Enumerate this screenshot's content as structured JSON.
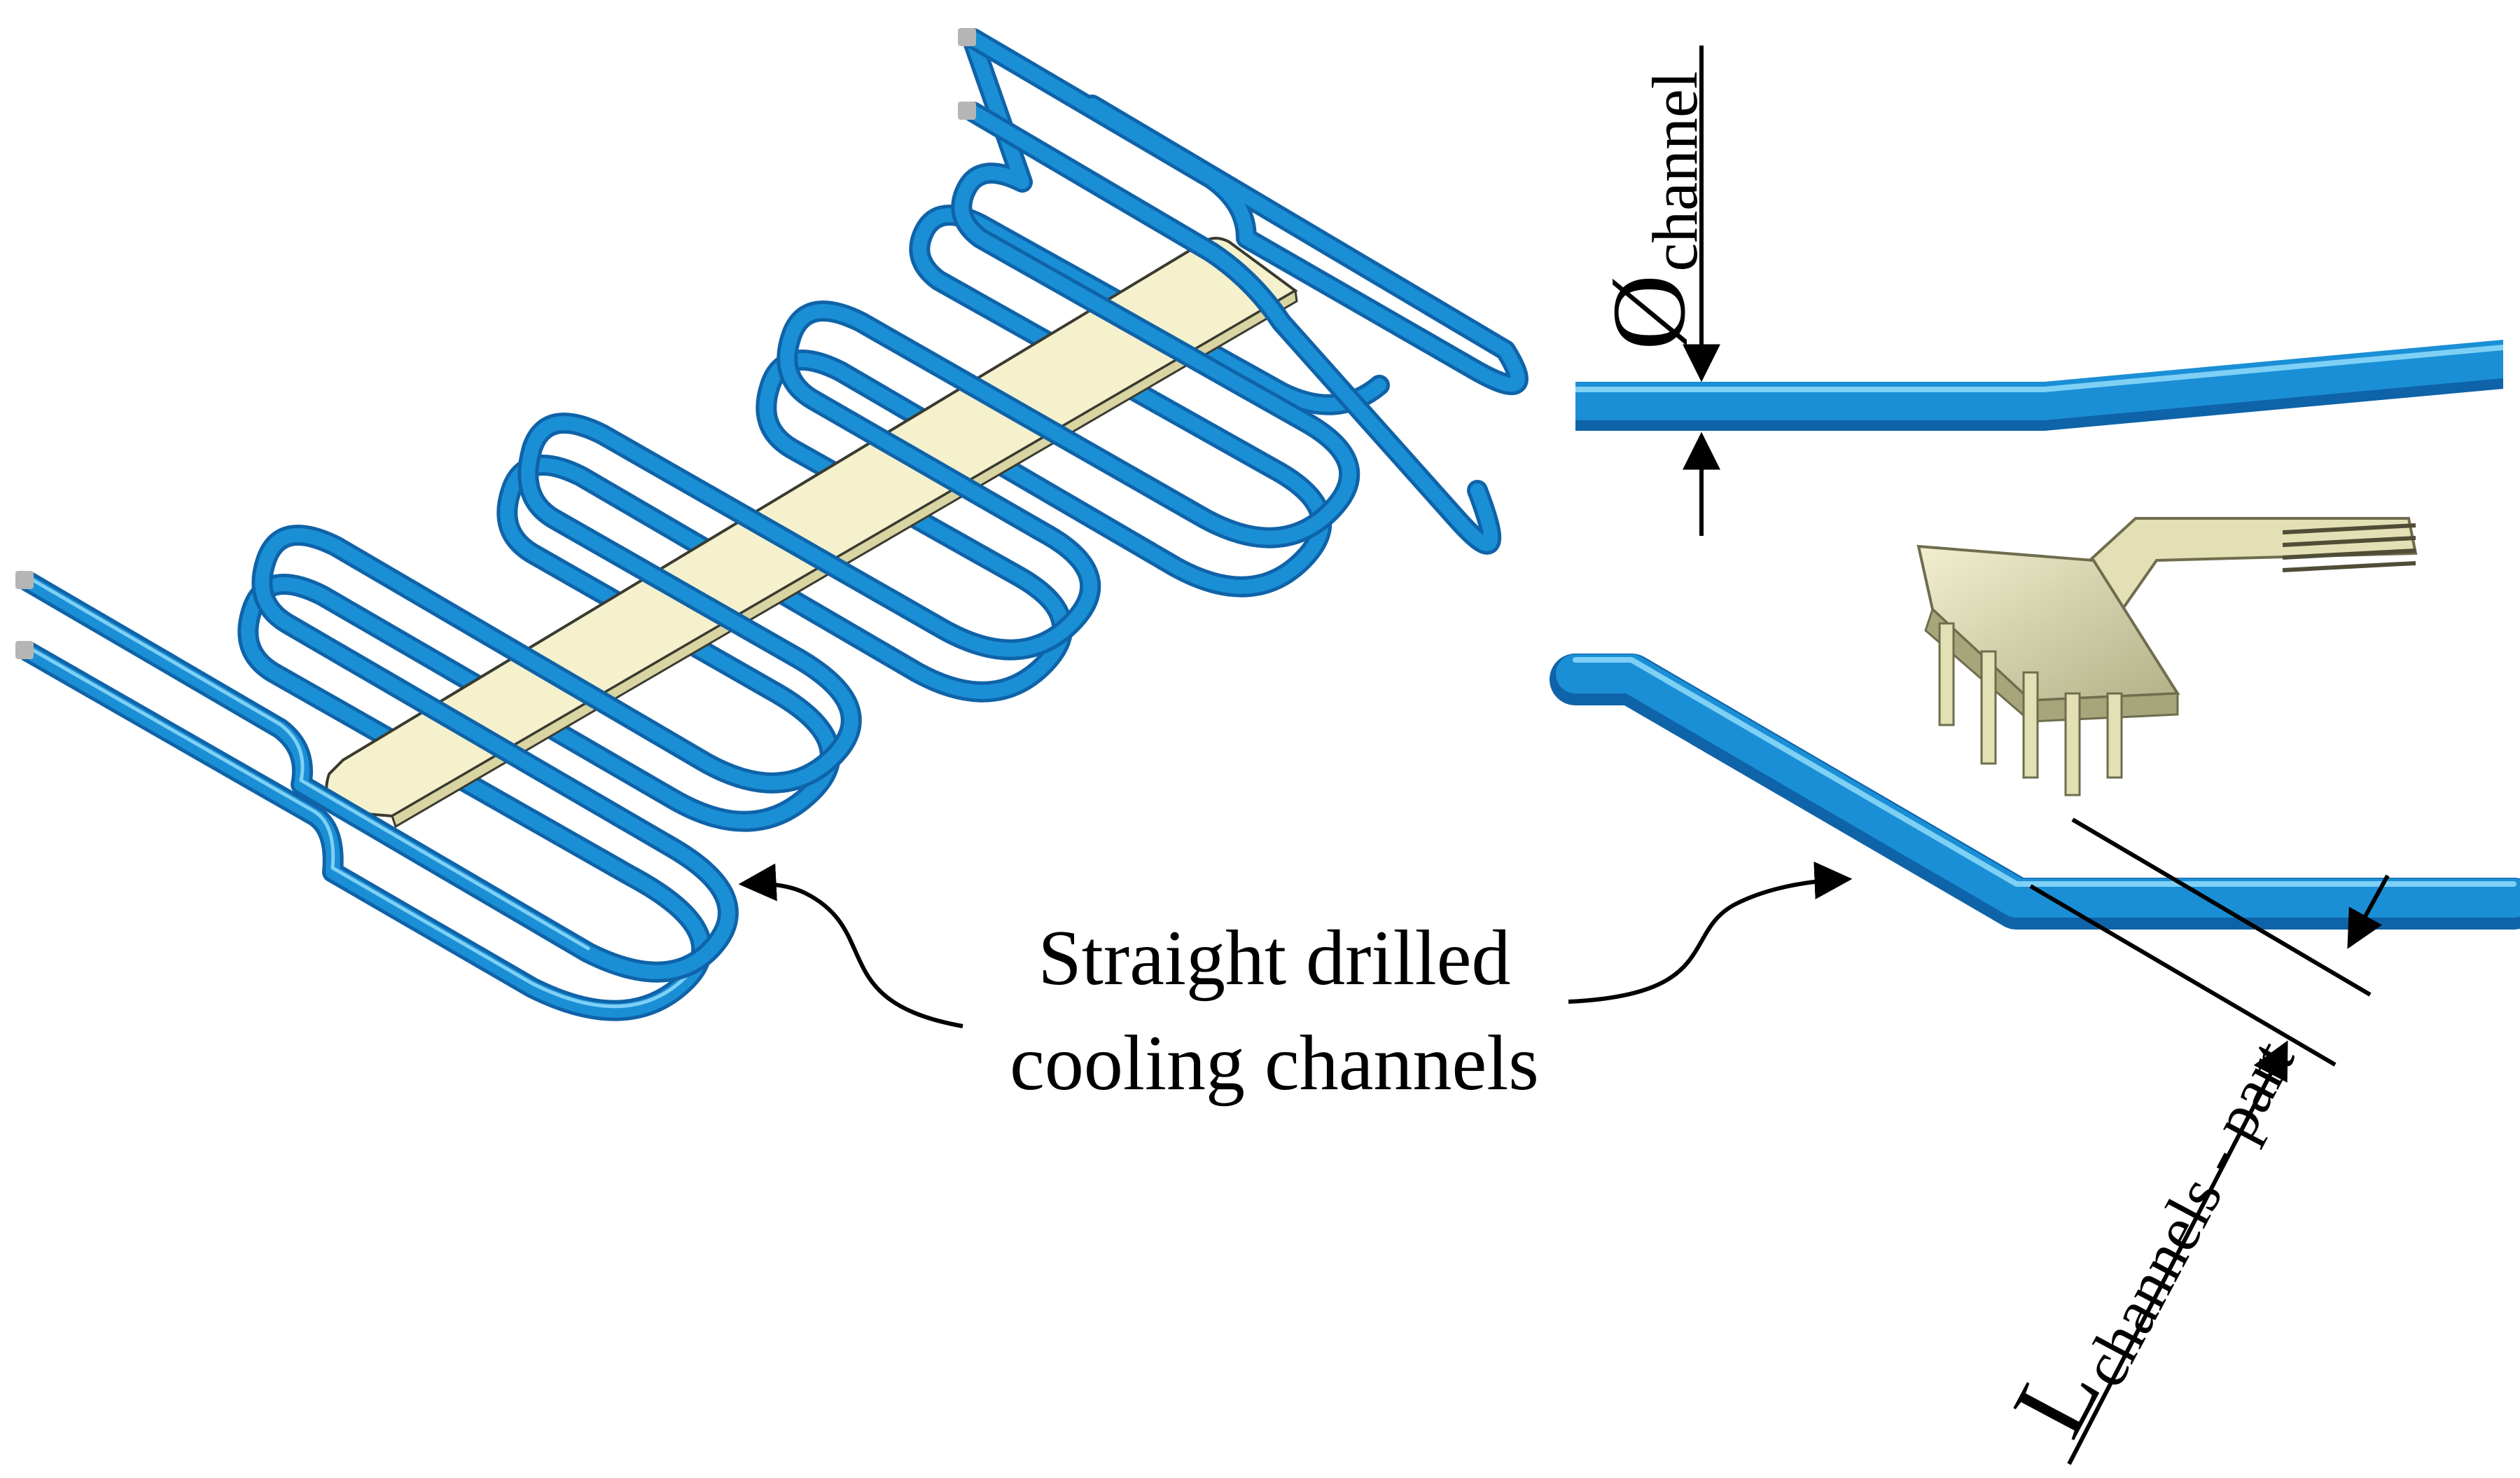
{
  "colors": {
    "pipe_main": "#1a8fd6",
    "pipe_dark": "#0f63a8",
    "pipe_highlight": "#7fd0f5",
    "plate_fill": "#f4f1cc",
    "plate_edge": "#3a3a30",
    "part_fill": "#e2e0b4",
    "part_shadow": "#a7a57a",
    "cap": "#b5b5b5",
    "ink": "#000000"
  },
  "labels": {
    "caption_line1": "Straight drilled",
    "caption_line2": "cooling channels",
    "diameter_symbol": "Ø",
    "diameter_sub": "channel",
    "length_symbol": "L",
    "length_sub": "channels - part"
  },
  "icons": {
    "arrow": "arrow-icon"
  }
}
